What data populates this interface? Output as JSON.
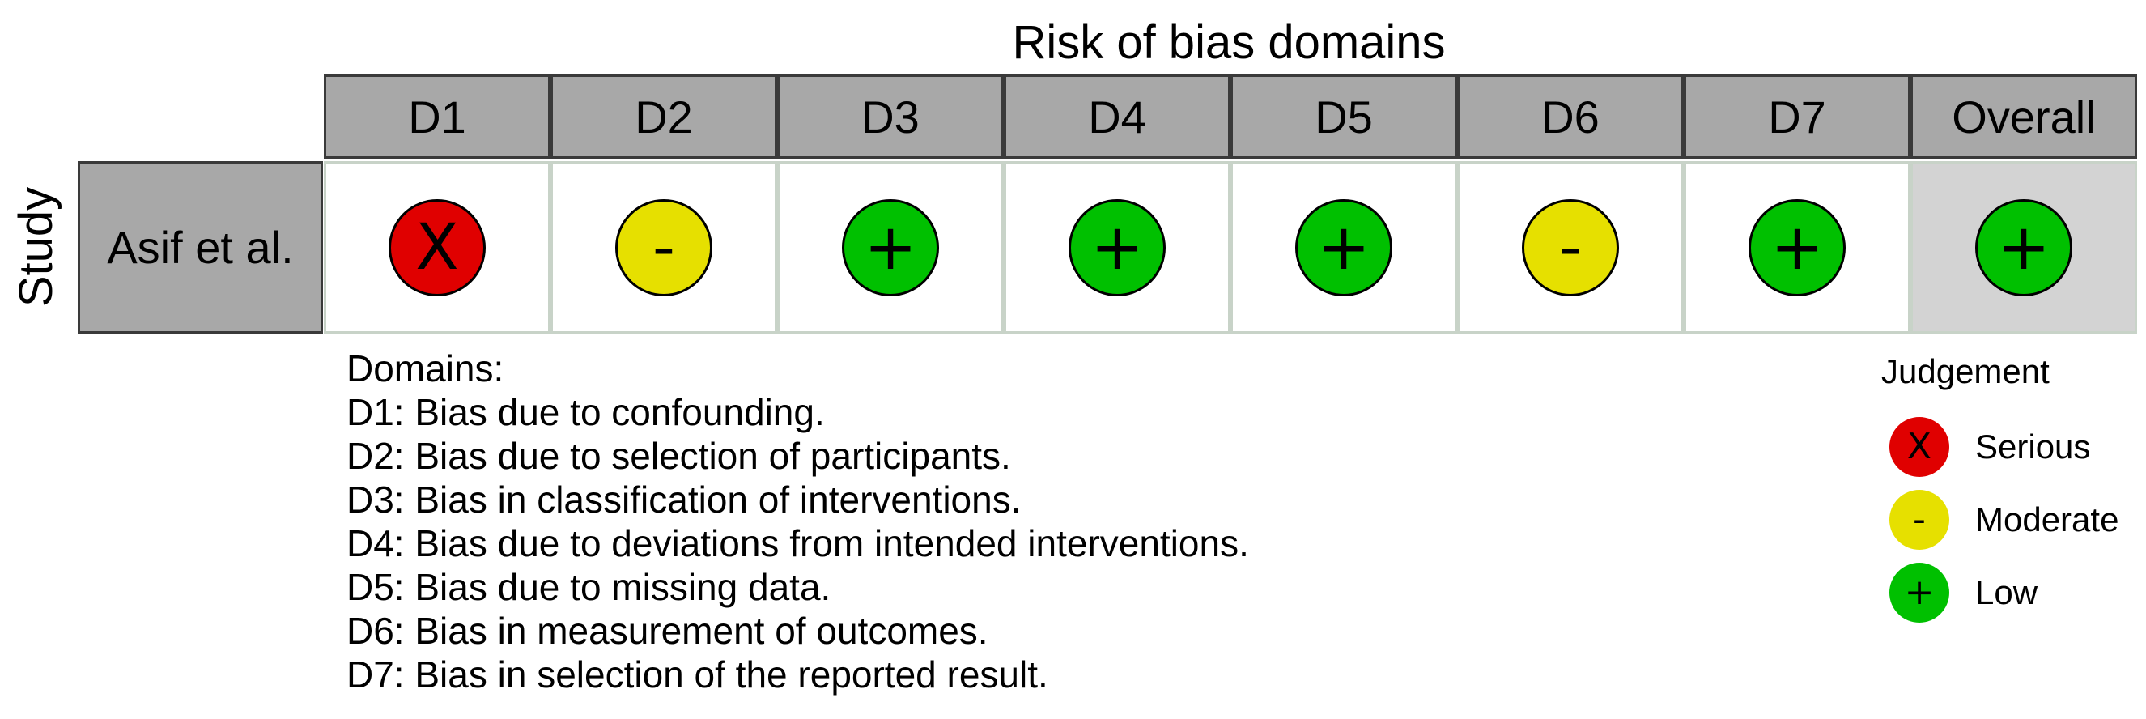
{
  "title": "Risk of bias domains",
  "y_axis_label": "Study",
  "colors": {
    "serious": "#e00000",
    "moderate": "#e6e000",
    "low": "#00c000",
    "header_bg": "#a8a8a8",
    "overall_bg": "#d3d3d3"
  },
  "domains": [
    {
      "label": "D1"
    },
    {
      "label": "D2"
    },
    {
      "label": "D3"
    },
    {
      "label": "D4"
    },
    {
      "label": "D5"
    },
    {
      "label": "D6"
    },
    {
      "label": "D7"
    },
    {
      "label": "Overall"
    }
  ],
  "studies": [
    {
      "name": "Asif et al.",
      "judgements": [
        {
          "level": "serious",
          "symbol": "X"
        },
        {
          "level": "moderate",
          "symbol": "-"
        },
        {
          "level": "low",
          "symbol": "+"
        },
        {
          "level": "low",
          "symbol": "+"
        },
        {
          "level": "low",
          "symbol": "+"
        },
        {
          "level": "moderate",
          "symbol": "-"
        },
        {
          "level": "low",
          "symbol": "+"
        },
        {
          "level": "low",
          "symbol": "+"
        }
      ]
    }
  ],
  "domain_notes": {
    "heading": "Domains:",
    "lines": [
      "D1: Bias due to confounding.",
      "D2: Bias due to selection of participants.",
      "D3: Bias in classification of interventions.",
      "D4: Bias due to deviations from intended interventions.",
      "D5: Bias due to missing data.",
      "D6: Bias in measurement of outcomes.",
      "D7: Bias in selection of the reported result."
    ]
  },
  "judgement_legend": {
    "title": "Judgement",
    "items": [
      {
        "label": "Serious",
        "level": "serious",
        "symbol": "X"
      },
      {
        "label": "Moderate",
        "level": "moderate",
        "symbol": "-"
      },
      {
        "label": "Low",
        "level": "low",
        "symbol": "+"
      }
    ]
  }
}
